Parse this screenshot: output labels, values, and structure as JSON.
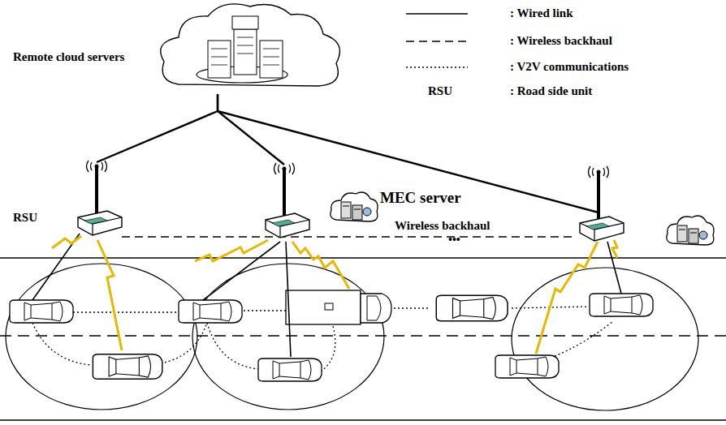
{
  "diagram": {
    "nodes": [
      {
        "text": [
          "Remote cloud servers"
        ]
      },
      {
        "text": [
          "RSU"
        ]
      },
      {
        "text": [
          "MEC server"
        ]
      }
    ],
    "edges": [
      {
        "from": 0,
        "to": 1,
        "arrow": "none"
      },
      {
        "from": 0,
        "to": 2,
        "arrow": "none"
      }
    ],
    "labels": [
      "Wireless backhaul",
      "•••",
      "RSU",
      ": Road side unit"
    ],
    "legend": [
      {
        "text": ": Wired link"
      },
      {
        "text": ": Wireless backhaul"
      },
      {
        "text": ": V2V communications"
      }
    ]
  }
}
